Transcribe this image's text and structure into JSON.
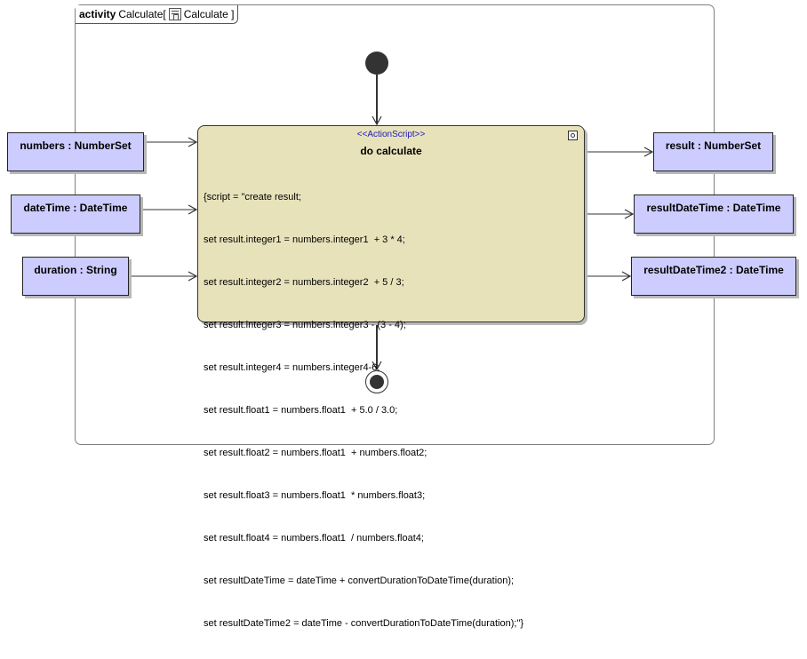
{
  "frame": {
    "keyword": "activity",
    "name": "Calculate[",
    "behavior": "Calculate ]"
  },
  "action": {
    "stereotype": "<<ActionScript>>",
    "name": "do calculate",
    "script": [
      "{script = \"create result;",
      "set result.integer1 = numbers.integer1  + 3 * 4;",
      "set result.integer2 = numbers.integer2  + 5 / 3;",
      "set result.integer3 = numbers.integer3 - (3 - 4);",
      "set result.integer4 = numbers.integer4-6;",
      "set result.float1 = numbers.float1  + 5.0 / 3.0;",
      "set result.float2 = numbers.float1  + numbers.float2;",
      "set result.float3 = numbers.float1  * numbers.float3;",
      "set result.float4 = numbers.float1  / numbers.float4;",
      "set resultDateTime = dateTime + convertDurationToDateTime(duration);",
      "set resultDateTime2 = dateTime - convertDurationToDateTime(duration);\"}"
    ]
  },
  "input_pins": [
    {
      "label": "numbers : NumberSet"
    },
    {
      "label": "dateTime : DateTime"
    },
    {
      "label": "duration : String"
    }
  ],
  "output_pins": [
    {
      "label": "result : NumberSet"
    },
    {
      "label": "resultDateTime : DateTime"
    },
    {
      "label": "resultDateTime2 : DateTime"
    }
  ],
  "colors": {
    "pin_fill": "#ccccff",
    "action_fill": "#e8e2bb",
    "stereotype_text": "#1a1ab8",
    "node_dark": "#333333"
  },
  "icons": {
    "frame_behavior": "activity-diagram-icon",
    "action_corner": "rake-icon"
  }
}
